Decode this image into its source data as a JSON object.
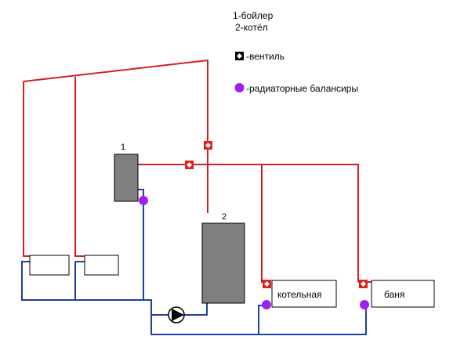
{
  "legend": {
    "line1": "1-бойлер",
    "line2": "2-котёл",
    "valve": "-вентиль",
    "balancer": "-радиаторные балансиры"
  },
  "labels": {
    "boiler_number": "1",
    "kettle_number": "2",
    "boiler_room": "котельная",
    "bathhouse": "баня"
  },
  "colors": {
    "supply_line": "#d42020",
    "return_line": "#1f3fa0",
    "tank_fill": "#7f7f7f",
    "valve_fill": "#e02020",
    "balancer_fill": "#a020f0"
  },
  "icons": {
    "valve": "valve-icon",
    "balancer": "balancer-icon",
    "pump": "pump-icon"
  }
}
